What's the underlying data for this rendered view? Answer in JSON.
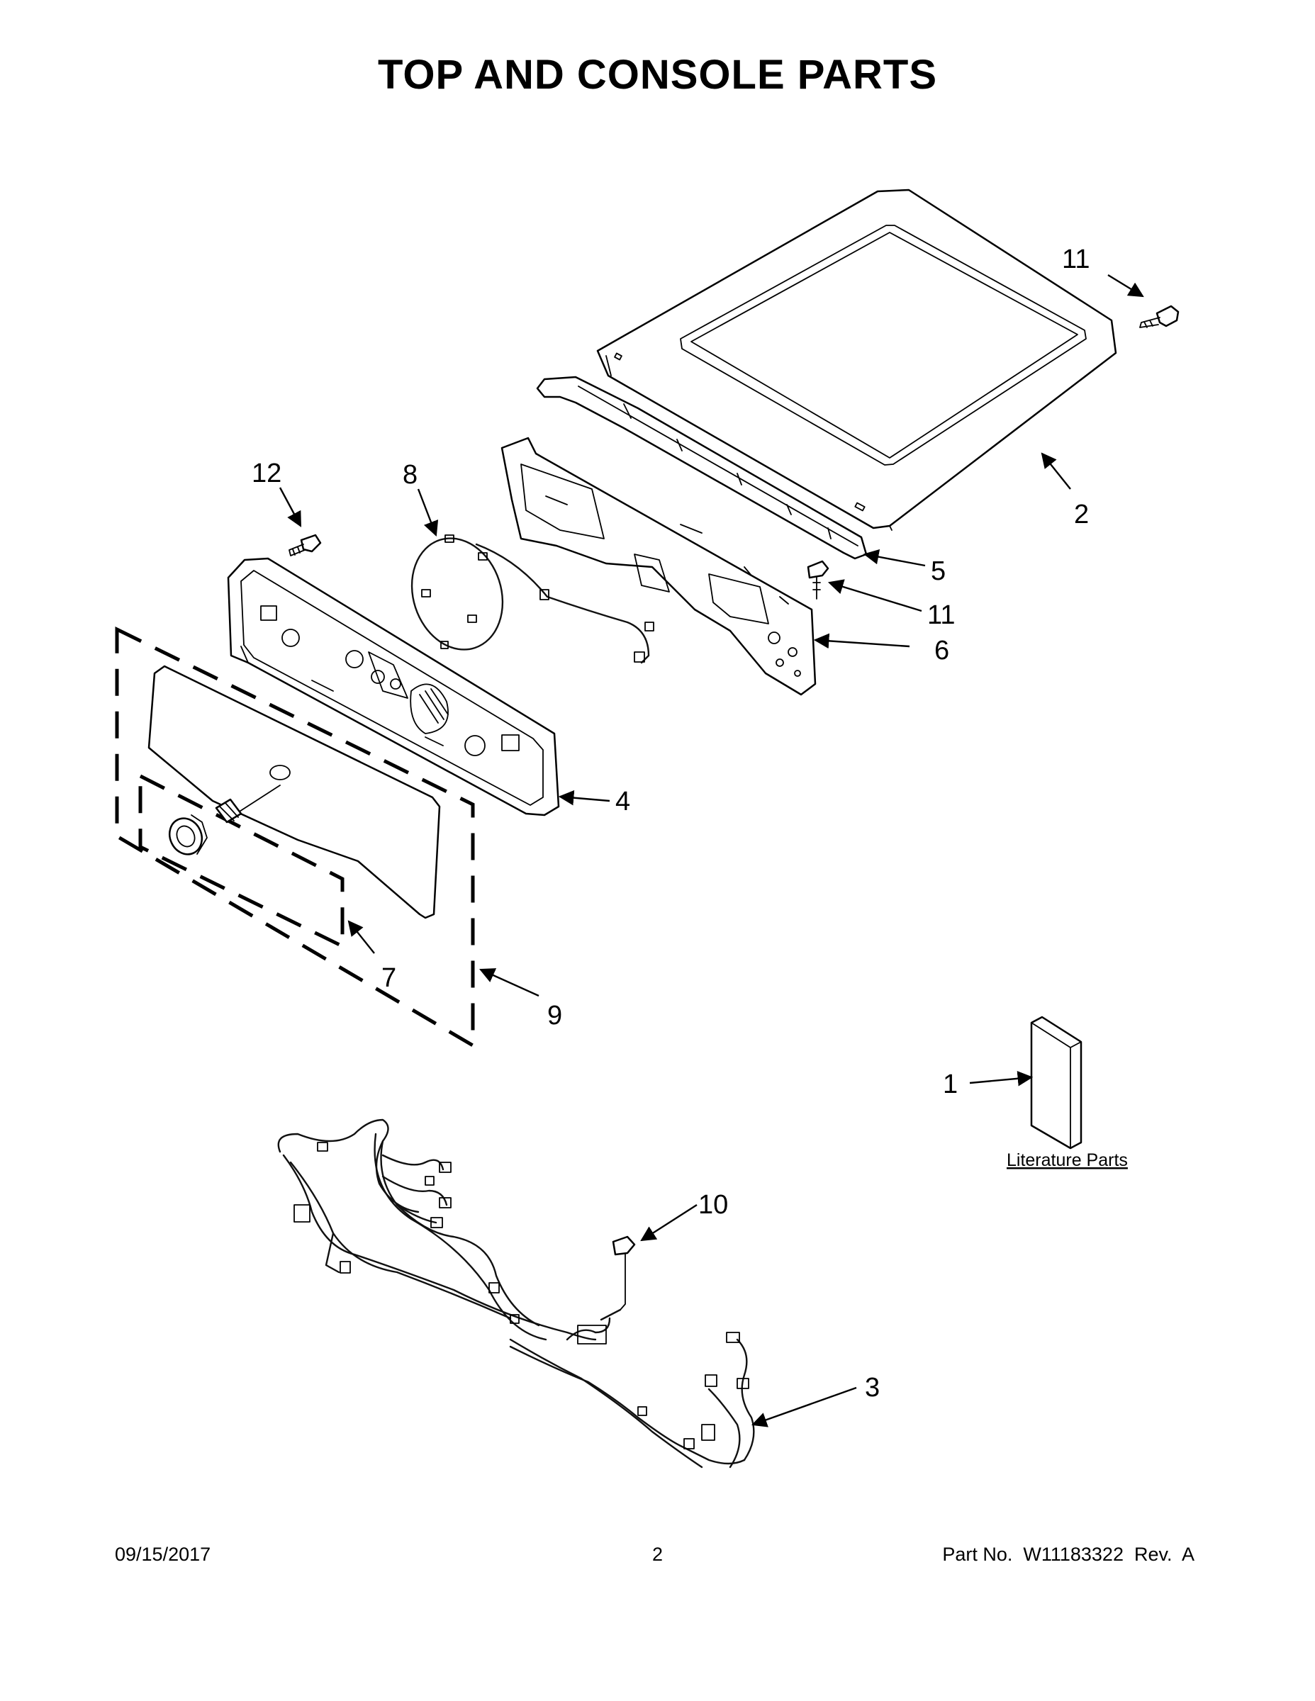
{
  "title": "TOP AND CONSOLE PARTS",
  "callouts": {
    "c1": "1",
    "c2": "2",
    "c3": "3",
    "c4": "4",
    "c5": "5",
    "c6": "6",
    "c7": "7",
    "c8": "8",
    "c9": "9",
    "c10": "10",
    "c11a": "11",
    "c11b": "11",
    "c12": "12"
  },
  "literature_label": "Literature Parts",
  "footer": {
    "date": "09/15/2017",
    "page": "2",
    "part": "Part No.  W11183322  Rev.  A"
  }
}
